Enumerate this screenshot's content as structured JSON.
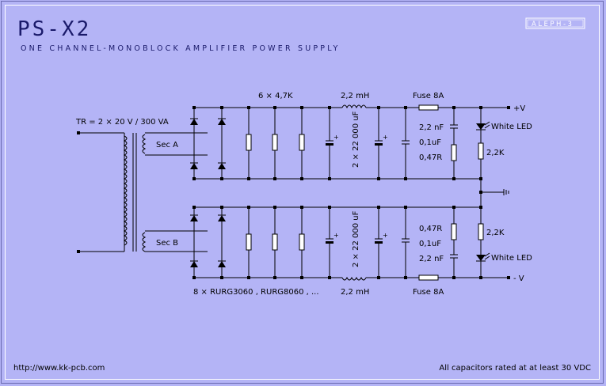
{
  "header": {
    "title": "PS-X2",
    "subtitle": "ONE CHANNEL-MONOBLOCK AMPLIFIER POWER SUPPLY",
    "badge": "ALEPH-3"
  },
  "labels": {
    "transformer": "TR = 2 × 20 V / 300 VA",
    "sec_a": "Sec A",
    "sec_b": "Sec B",
    "resistors": "6 × 4,7K",
    "inductor_top": "2,2 mH",
    "inductor_bottom": "2,2 mH",
    "fuse_top": "Fuse 8A",
    "fuse_bottom": "Fuse 8A",
    "pos_rail": "+V",
    "neg_rail": "- V",
    "cap_big_top": "2 × 22 000 uF",
    "cap_big_bottom": "2 × 22 000 uF",
    "c_22nf_top": "2,2 nF",
    "c_01uf_top": "0,1uF",
    "r_047_top": "0,47R",
    "r_047_bottom": "0,47R",
    "c_01uf_bottom": "0,1uF",
    "c_22nf_bottom": "2,2 nF",
    "led_top": "White LED",
    "led_bottom": "White LED",
    "r_2k2_top": "2,2K",
    "r_2k2_bottom": "2,2K",
    "diodes": "8 × RURG3060 , RURG8060 , ..."
  },
  "footer": {
    "url": "http://www.kk-pcb.com",
    "note": "All capacitors rated at at least 30 VDC"
  },
  "colors": {
    "background": "#b4b4f6",
    "title": "#1a1a6a",
    "badge_border": "#ffffff"
  }
}
